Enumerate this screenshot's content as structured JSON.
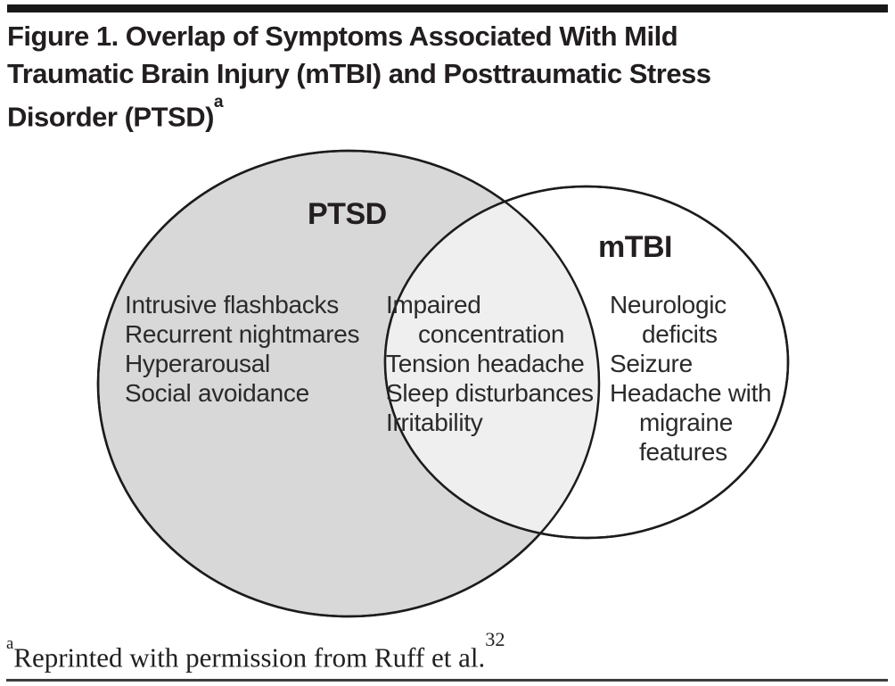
{
  "header": {
    "title_lines": [
      "Figure 1. Overlap of Symptoms Associated With Mild",
      "Traumatic Brain Injury (mTBI) and Posttraumatic Stress",
      "Disorder (PTSD)"
    ],
    "title_superscript": "a"
  },
  "venn": {
    "type": "venn-diagram",
    "left_set": {
      "label": "PTSD",
      "items": [
        "Intrusive flashbacks",
        "Recurrent nightmares",
        "Hyperarousal",
        "Social avoidance"
      ]
    },
    "overlap_set": {
      "items": [
        "Impaired concentration",
        "Tension headache",
        "Sleep disturbances",
        "Irritability"
      ],
      "display_lines": {
        "line0": "Impaired",
        "line1": "concentration",
        "line2": "Tension headache",
        "line3": "Sleep disturbances",
        "line4": "Irritability"
      }
    },
    "right_set": {
      "label": "mTBI",
      "items": [
        "Neurologic deficits",
        "Seizure",
        "Headache with migraine features"
      ],
      "display_lines": {
        "line0": "Neurologic",
        "line1": "deficits",
        "line2": "Seizure",
        "line3": "Headache with",
        "line4": "migraine",
        "line5": "features"
      }
    },
    "colors": {
      "left_fill": "#d8d8d8",
      "overlap_fill": "#efefef",
      "right_fill": "#ffffff",
      "stroke": "#1c1c1c"
    }
  },
  "footnote": {
    "superscript": "a",
    "text": "Reprinted with permission from Ruff et al.",
    "reference_number": "32"
  }
}
